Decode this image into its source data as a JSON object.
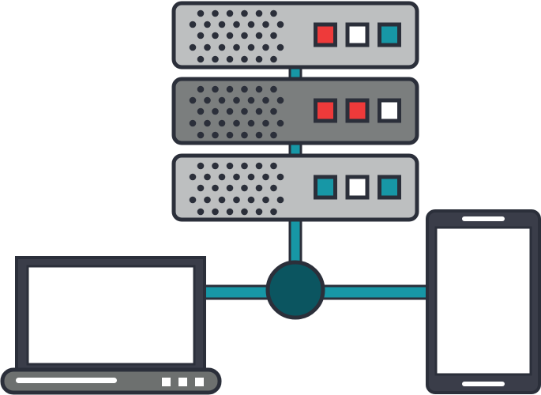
{
  "colors": {
    "outline": "#2b2f3a",
    "server_light": "#bdbfc0",
    "server_dark": "#7b7e7e",
    "red": "#ee3a3a",
    "white": "#ffffff",
    "teal": "#1797a6",
    "hub": "#0b5560",
    "device_frame": "#3a3d49",
    "laptop_base": "#6d706f"
  },
  "servers": [
    {
      "name": "server-unit-top",
      "shade": "server_light",
      "lights": [
        "red",
        "white",
        "teal"
      ]
    },
    {
      "name": "server-unit-middle",
      "shade": "server_dark",
      "lights": [
        "red",
        "red",
        "white"
      ]
    },
    {
      "name": "server-unit-bottom",
      "shade": "server_light",
      "lights": [
        "teal",
        "white",
        "teal"
      ]
    }
  ]
}
